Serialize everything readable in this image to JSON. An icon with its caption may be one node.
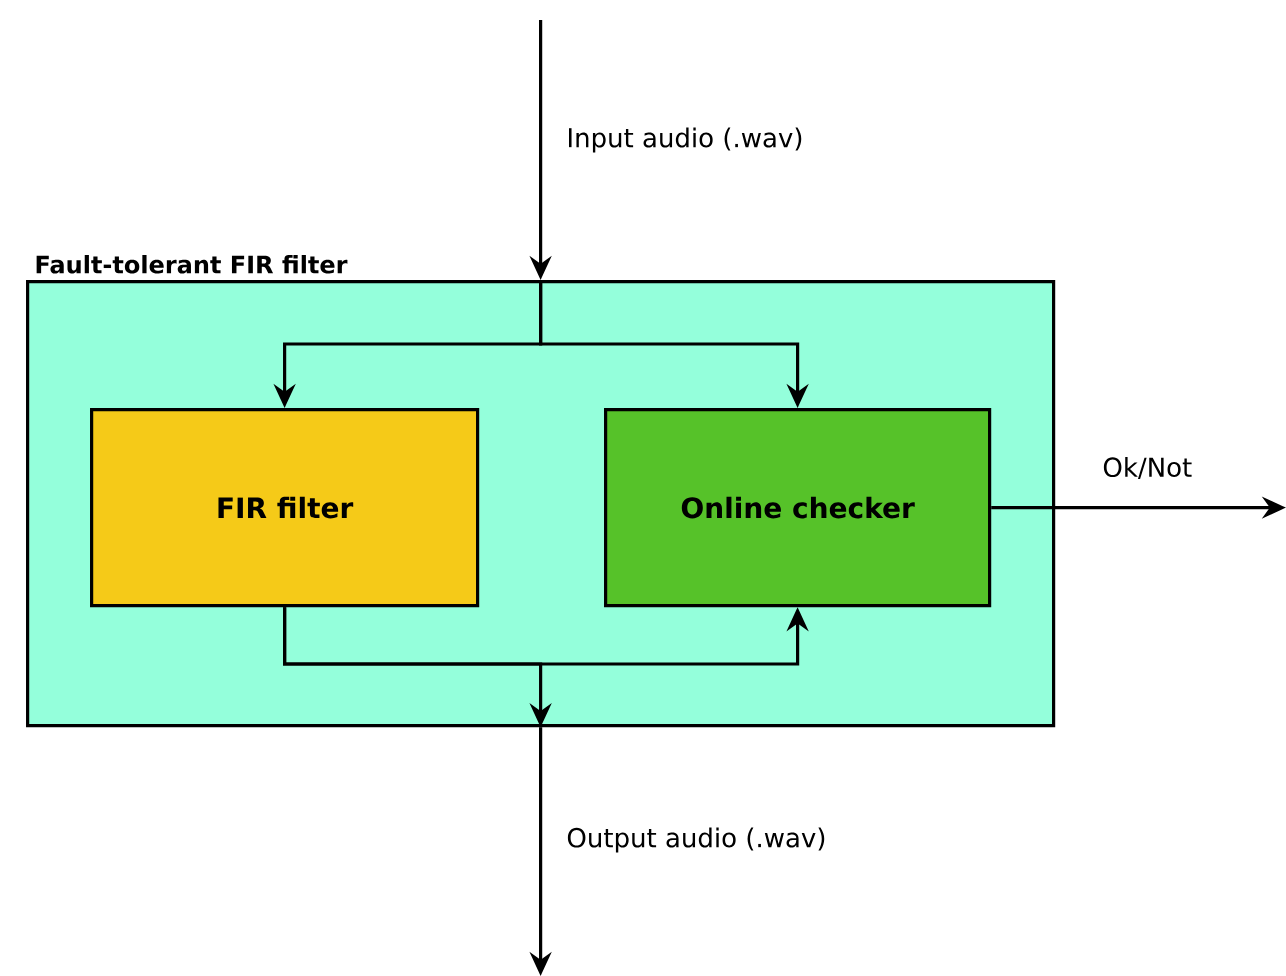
{
  "diagram": {
    "nodes": [
      {
        "text": [
          "Fault-tolerant FIR filter"
        ]
      },
      {
        "text": [
          "FIR filter"
        ],
        "in": 0
      },
      {
        "text": [
          "Online checker"
        ],
        "in": 0
      }
    ],
    "edges": [
      {
        "from": null,
        "to": 0,
        "arrow": "to",
        "label": "Input audio (.wav)"
      },
      {
        "from": 0,
        "to": 1,
        "arrow": "to"
      },
      {
        "from": 0,
        "to": 2,
        "arrow": "to"
      },
      {
        "from": 1,
        "to": 2,
        "arrow": "to"
      },
      {
        "from": 1,
        "to": 0,
        "arrow": "to"
      },
      {
        "from": 0,
        "to": null,
        "arrow": "to",
        "label": "Output audio (.wav)"
      },
      {
        "from": 2,
        "to": null,
        "arrow": "to",
        "label": "Ok/Not"
      }
    ]
  }
}
